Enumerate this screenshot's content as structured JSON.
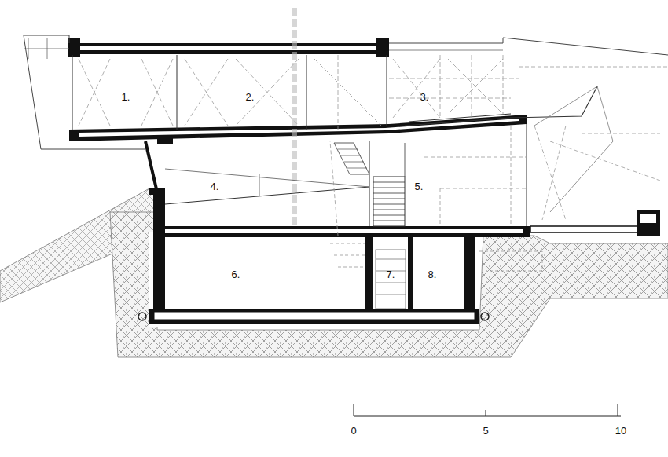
{
  "diagram": {
    "labels": [
      "1.",
      "2.",
      "3.",
      "4.",
      "5.",
      "6.",
      "7.",
      "8.",
      "0",
      "5",
      "10"
    ]
  }
}
